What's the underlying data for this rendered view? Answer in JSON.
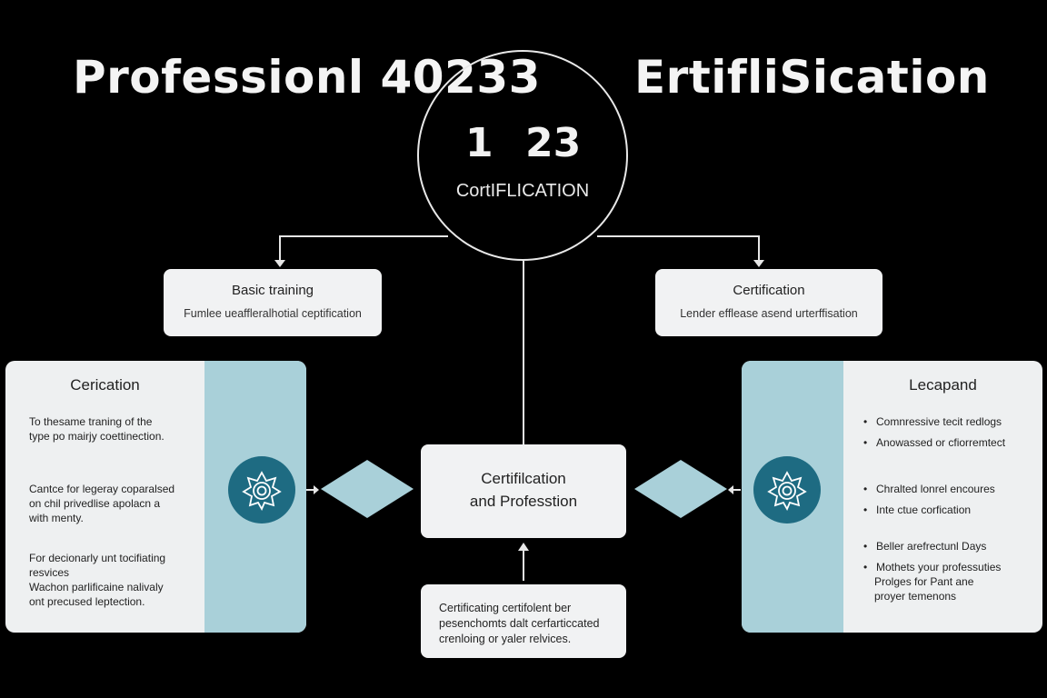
{
  "title": {
    "left": "Professionl 40233",
    "right": "ErtifliSication"
  },
  "circle": {
    "num_a": "1",
    "num_b": "23",
    "label": "CortIFLICATION"
  },
  "basic_box": {
    "heading": "Basic training",
    "text": "Fumlee ueaffleralhotial ceptification"
  },
  "cert_box": {
    "heading": "Certification",
    "text": "Lender efflease asend urterffisation"
  },
  "center_box": {
    "line1": "Certifilcation",
    "line2": "and Professtion"
  },
  "bottom_box": {
    "lines": [
      "Certificating certifolent ber",
      "pesenchomts dalt cerfarticcated",
      "crenloing or yaler relvices."
    ]
  },
  "left_panel": {
    "title": "Cerication",
    "paragraphs": [
      [
        "To thesame traning of the",
        "type po mairjy coettinection."
      ],
      [
        "Cantce for legeray coparalsed",
        "on chil privedlise apolacn a",
        "with menty."
      ],
      [
        "For decionarly unt tocifiating",
        "resvices",
        "Wachon parlificaine nalivaly",
        "ont precused leptection."
      ]
    ]
  },
  "right_panel": {
    "title": "Lecapand",
    "groups": [
      [
        "Comnressive tecit redlogs",
        "Anowassed or cfiorremtect"
      ],
      [
        "Chralted lonrel encoures",
        "Inte ctue corfication"
      ],
      [
        "Beller arefrectunl Days",
        "Mothets your professuties"
      ]
    ],
    "tail": [
      "Prolges for Pant ane",
      "proyer temenons"
    ]
  },
  "colors": {
    "background": "#000000",
    "box": "#f1f2f3",
    "accent_light": "#a9d0d9",
    "accent_dark": "#1e6b82"
  }
}
